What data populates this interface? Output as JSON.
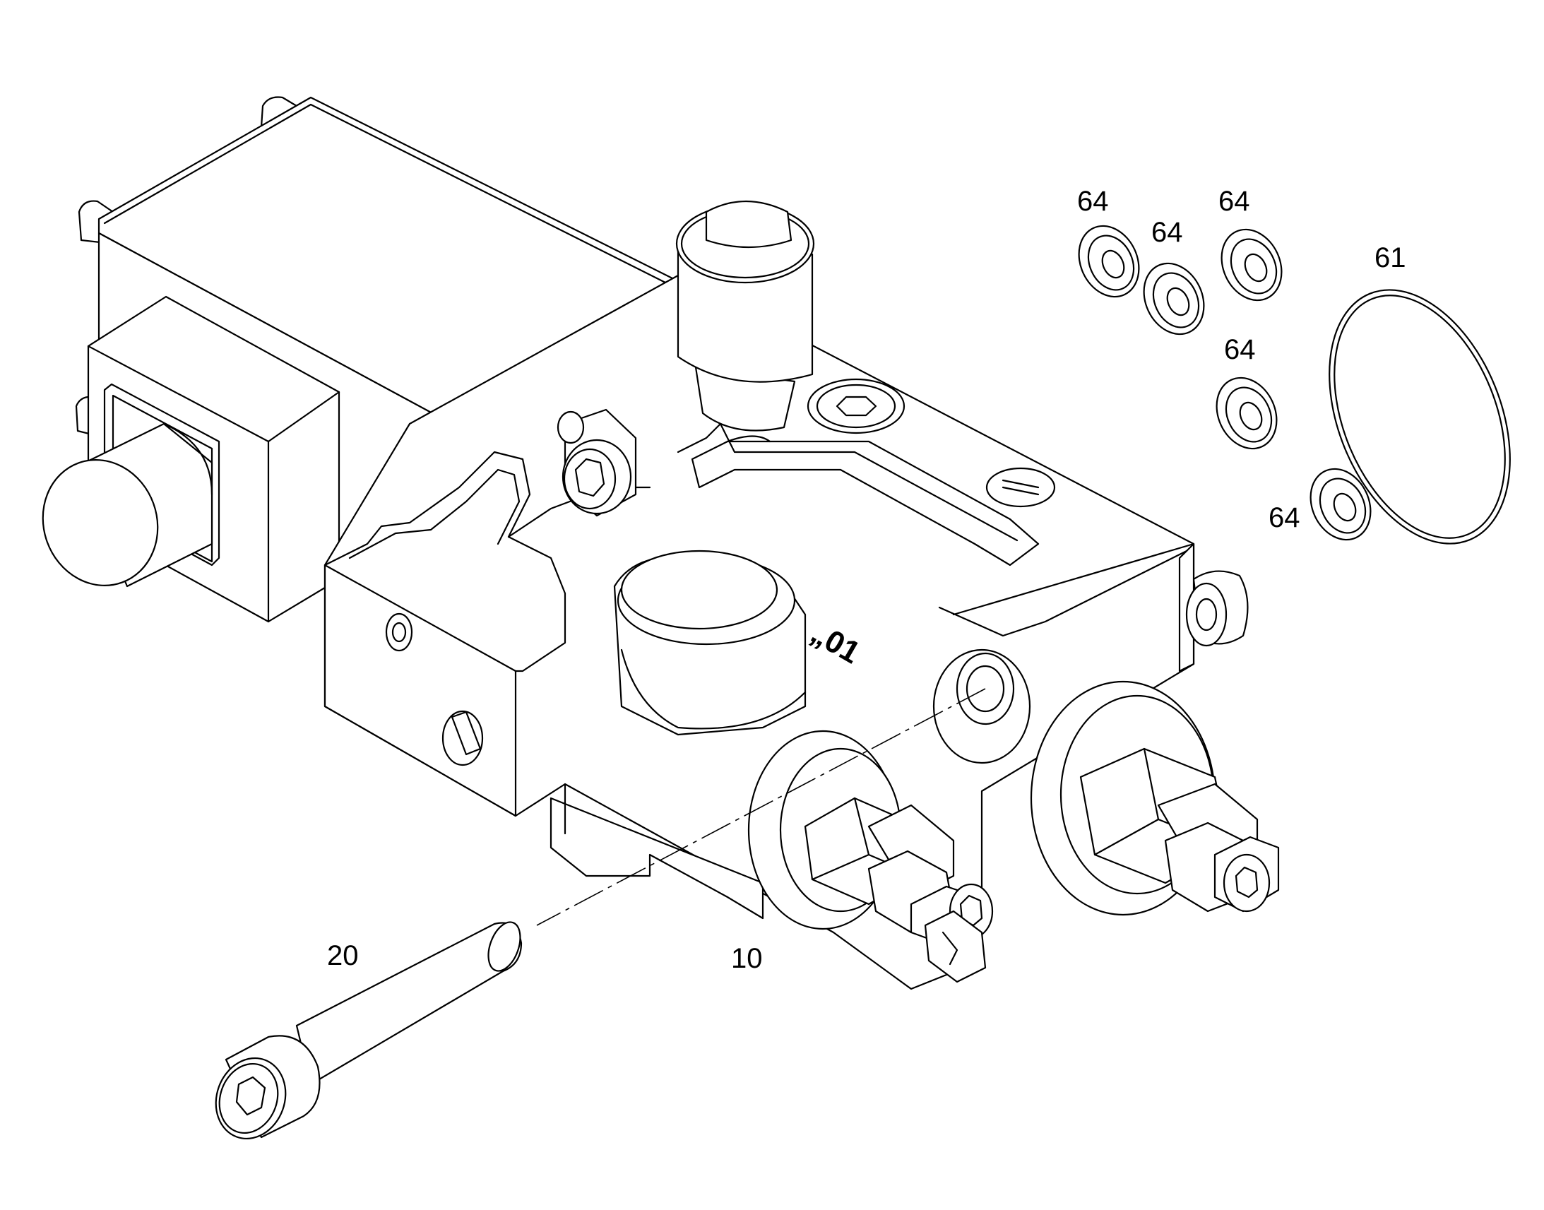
{
  "callouts": {
    "c64a": "64",
    "c64b": "64",
    "c64c": "64",
    "c64d": "64",
    "c64e": "64",
    "c61": "61",
    "c20": "20",
    "c10": "10"
  },
  "parts": [
    {
      "number": "10",
      "name": "valve block assembly"
    },
    {
      "number": "20",
      "name": "socket head cap screw"
    },
    {
      "number": "61",
      "name": "o-ring"
    },
    {
      "number": "64",
      "name": "seal washer",
      "visible_count": 5
    }
  ]
}
